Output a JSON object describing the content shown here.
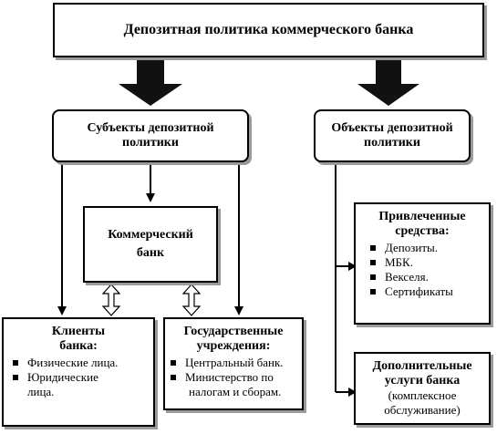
{
  "title": "Депозитная политика коммерческого банка",
  "subjects": {
    "title_line1": "Субъекты депозитной",
    "title_line2": "политики"
  },
  "objects": {
    "title_line1": "Объекты депозитной",
    "title_line2": "политики"
  },
  "bank": {
    "line1": "Коммерческий",
    "line2": "банк"
  },
  "clients": {
    "title_line1": "Клиенты",
    "title_line2": "банка:",
    "items": [
      "Физические лица.",
      "Юридические",
      "лица."
    ]
  },
  "government": {
    "title_line1": "Государственные",
    "title_line2": "учреждения:",
    "items": [
      "Центральный банк.",
      "Министерство по",
      "налогам и сборам."
    ]
  },
  "attracted": {
    "title_line1": "Привлеченные",
    "title_line2": "средства:",
    "items": [
      "Депозиты.",
      "МБК.",
      "Векселя.",
      "Сертификаты"
    ]
  },
  "services": {
    "title_line1": "Дополнительные",
    "title_line2": "услуги банка",
    "note_line1": "(комплексное",
    "note_line2": "обслуживание)"
  }
}
